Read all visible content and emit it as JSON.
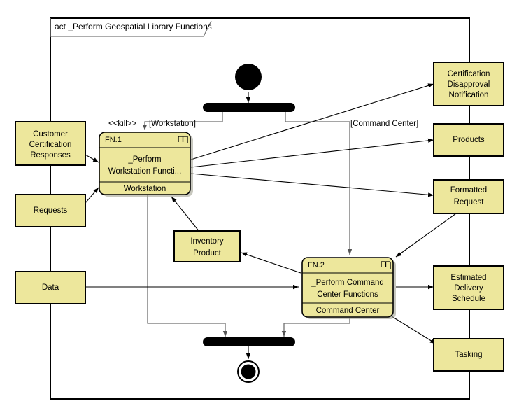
{
  "frame": {
    "title": "act _Perform Geospatial Library Functions"
  },
  "activities": [
    {
      "id": "fn1",
      "header": "FN.1",
      "name_line1": "_Perform",
      "name_line2": "Workstation Functi...",
      "partition": "Workstation",
      "icon": "rake-icon"
    },
    {
      "id": "fn2",
      "header": "FN.2",
      "name_line1": "_Perform Command",
      "name_line2": "Center Functions",
      "partition": "Command Center",
      "icon": "rake-icon"
    }
  ],
  "inputs": [
    {
      "id": "customer-certification-responses",
      "lines": [
        "Customer",
        "Certification",
        "Responses"
      ]
    },
    {
      "id": "requests",
      "lines": [
        "Requests"
      ]
    },
    {
      "id": "data",
      "lines": [
        "Data"
      ]
    }
  ],
  "outputs": [
    {
      "id": "certification-disapproval-notification",
      "lines": [
        "Certification",
        "Disapproval",
        "Notification"
      ]
    },
    {
      "id": "products",
      "lines": [
        "Products"
      ]
    },
    {
      "id": "formatted-request",
      "lines": [
        "Formatted",
        "Request"
      ]
    },
    {
      "id": "estimated-delivery-schedule",
      "lines": [
        "Estimated",
        "Delivery",
        "Schedule"
      ]
    },
    {
      "id": "tasking",
      "lines": [
        "Tasking"
      ]
    }
  ],
  "intermediate": [
    {
      "id": "inventory-product",
      "lines": [
        "Inventory",
        "Product"
      ]
    }
  ],
  "guards": [
    {
      "id": "kill-stereotype",
      "text": "<<kill>>"
    },
    {
      "id": "workstation-guard",
      "text": "[Workstation]"
    },
    {
      "id": "command-center-guard",
      "text": "[Command Center]"
    }
  ],
  "control_nodes": [
    {
      "id": "initial-node",
      "type": "initial"
    },
    {
      "id": "fork-bar",
      "type": "fork"
    },
    {
      "id": "join-bar",
      "type": "join"
    },
    {
      "id": "final-node",
      "type": "activity-final"
    }
  ],
  "colors": {
    "node_fill": "#EDE79C",
    "node_stroke": "#000000",
    "control_edge": "#6f6f6f",
    "background": "#ffffff"
  }
}
